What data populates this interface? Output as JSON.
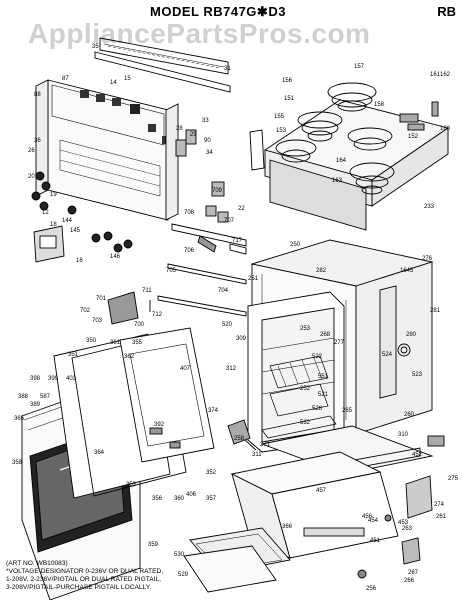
{
  "header": {
    "model_label": "MODEL",
    "model_number": "RB747G✱D3",
    "section_code": "RB"
  },
  "watermark": "AppliancePartsPros.com",
  "footnote": {
    "art_no": "(ART NO. WB10083)",
    "lines": [
      "*VOLTAGE DESIGNATOR 0-236V OR DUAL RATED,",
      "1-208V, 2-236V/PIGTAIL OR DUAL RATED PIGTAIL,",
      "3-208V/PIGTAIL-PURCHASE PIGTAIL LOCALLY."
    ]
  },
  "callouts": [
    {
      "id": "p35",
      "label": "35"
    },
    {
      "id": "p31",
      "label": "31"
    },
    {
      "id": "p87",
      "label": "87"
    },
    {
      "id": "p88",
      "label": "88"
    },
    {
      "id": "p14",
      "label": "14"
    },
    {
      "id": "p15",
      "label": "15"
    },
    {
      "id": "p33",
      "label": "33"
    },
    {
      "id": "p28",
      "label": "28"
    },
    {
      "id": "p29",
      "label": "29"
    },
    {
      "id": "p90",
      "label": "90"
    },
    {
      "id": "p34",
      "label": "34"
    },
    {
      "id": "p36",
      "label": "36"
    },
    {
      "id": "p26",
      "label": "26"
    },
    {
      "id": "p20",
      "label": "20"
    },
    {
      "id": "p19",
      "label": "19"
    },
    {
      "id": "p18",
      "label": "18"
    },
    {
      "id": "p12",
      "label": "12"
    },
    {
      "id": "p144",
      "label": "144"
    },
    {
      "id": "p145",
      "label": "145"
    },
    {
      "id": "p16",
      "label": "16"
    },
    {
      "id": "p146",
      "label": "146"
    },
    {
      "id": "p709",
      "label": "709"
    },
    {
      "id": "p708",
      "label": "708"
    },
    {
      "id": "p707",
      "label": "707"
    },
    {
      "id": "p706",
      "label": "706"
    },
    {
      "id": "p705",
      "label": "705"
    },
    {
      "id": "p704",
      "label": "704"
    },
    {
      "id": "p711",
      "label": "711"
    },
    {
      "id": "p701",
      "label": "701"
    },
    {
      "id": "p702",
      "label": "702"
    },
    {
      "id": "p703",
      "label": "703"
    },
    {
      "id": "p700",
      "label": "700"
    },
    {
      "id": "p712",
      "label": "712"
    },
    {
      "id": "p717",
      "label": "717"
    },
    {
      "id": "p157",
      "label": "157"
    },
    {
      "id": "p156",
      "label": "156"
    },
    {
      "id": "p151",
      "label": "151"
    },
    {
      "id": "p155",
      "label": "155"
    },
    {
      "id": "p153",
      "label": "153"
    },
    {
      "id": "p158",
      "label": "158"
    },
    {
      "id": "p164",
      "label": "164"
    },
    {
      "id": "p163",
      "label": "163"
    },
    {
      "id": "p161",
      "label": "161"
    },
    {
      "id": "p162",
      "label": "162"
    },
    {
      "id": "p160",
      "label": "160"
    },
    {
      "id": "p152",
      "label": "152"
    },
    {
      "id": "p233",
      "label": "233"
    },
    {
      "id": "p22",
      "label": "22"
    },
    {
      "id": "p251",
      "label": "251"
    },
    {
      "id": "p250",
      "label": "250"
    },
    {
      "id": "p276",
      "label": "276"
    },
    {
      "id": "p282",
      "label": "282"
    },
    {
      "id": "p1645",
      "label": "1645"
    },
    {
      "id": "p520",
      "label": "520"
    },
    {
      "id": "p309",
      "label": "309"
    },
    {
      "id": "p253",
      "label": "253"
    },
    {
      "id": "p268",
      "label": "268"
    },
    {
      "id": "p277",
      "label": "277"
    },
    {
      "id": "p280",
      "label": "280"
    },
    {
      "id": "p281",
      "label": "281"
    },
    {
      "id": "p524",
      "label": "524"
    },
    {
      "id": "p523",
      "label": "523"
    },
    {
      "id": "p312",
      "label": "312"
    },
    {
      "id": "p522",
      "label": "522"
    },
    {
      "id": "p551",
      "label": "551"
    },
    {
      "id": "p252",
      "label": "252"
    },
    {
      "id": "p521",
      "label": "521"
    },
    {
      "id": "p528",
      "label": "528"
    },
    {
      "id": "p265",
      "label": "265"
    },
    {
      "id": "p532",
      "label": "532"
    },
    {
      "id": "p350",
      "label": "350"
    },
    {
      "id": "p351",
      "label": "351"
    },
    {
      "id": "p361",
      "label": "361"
    },
    {
      "id": "p355",
      "label": "355"
    },
    {
      "id": "p362",
      "label": "362"
    },
    {
      "id": "p407",
      "label": "407"
    },
    {
      "id": "p398",
      "label": "398"
    },
    {
      "id": "p399",
      "label": "399"
    },
    {
      "id": "p403",
      "label": "403"
    },
    {
      "id": "p388",
      "label": "388"
    },
    {
      "id": "p389",
      "label": "389"
    },
    {
      "id": "p587",
      "label": "587"
    },
    {
      "id": "p365",
      "label": "365"
    },
    {
      "id": "p374",
      "label": "374"
    },
    {
      "id": "p392",
      "label": "392"
    },
    {
      "id": "p356",
      "label": "356"
    },
    {
      "id": "p352",
      "label": "352"
    },
    {
      "id": "p357",
      "label": "357"
    },
    {
      "id": "p406",
      "label": "406"
    },
    {
      "id": "p360",
      "label": "360"
    },
    {
      "id": "p353",
      "label": "353"
    },
    {
      "id": "p358",
      "label": "358"
    },
    {
      "id": "p359",
      "label": "359"
    },
    {
      "id": "p364",
      "label": "364"
    },
    {
      "id": "p258",
      "label": "258"
    },
    {
      "id": "p311",
      "label": "311"
    },
    {
      "id": "p271",
      "label": "271"
    },
    {
      "id": "p310",
      "label": "310"
    },
    {
      "id": "p260",
      "label": "260"
    },
    {
      "id": "p452",
      "label": "452"
    },
    {
      "id": "p457",
      "label": "457"
    },
    {
      "id": "p456",
      "label": "456"
    },
    {
      "id": "p454",
      "label": "454"
    },
    {
      "id": "p453",
      "label": "453"
    },
    {
      "id": "p263",
      "label": "263"
    },
    {
      "id": "p274",
      "label": "274"
    },
    {
      "id": "p275",
      "label": "275"
    },
    {
      "id": "p261",
      "label": "261"
    },
    {
      "id": "p366",
      "label": "366"
    },
    {
      "id": "p451",
      "label": "451"
    },
    {
      "id": "p530",
      "label": "530"
    },
    {
      "id": "p529",
      "label": "529"
    },
    {
      "id": "p256",
      "label": "256"
    },
    {
      "id": "p267",
      "label": "267"
    },
    {
      "id": "p266",
      "label": "266"
    }
  ]
}
